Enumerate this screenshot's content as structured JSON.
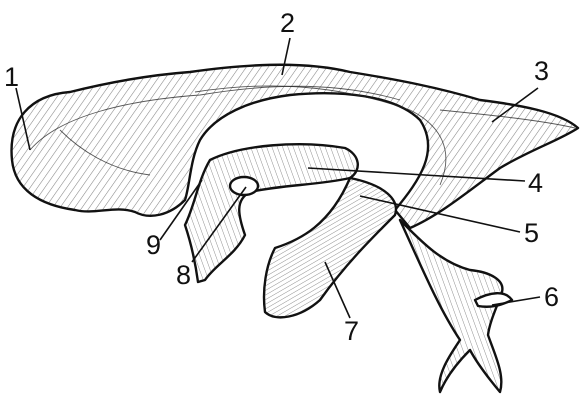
{
  "labels": [
    {
      "id": "1",
      "text": "1"
    },
    {
      "id": "2",
      "text": "2"
    },
    {
      "id": "3",
      "text": "3"
    },
    {
      "id": "4",
      "text": "4"
    },
    {
      "id": "5",
      "text": "5"
    },
    {
      "id": "6",
      "text": "6"
    },
    {
      "id": "7",
      "text": "7"
    },
    {
      "id": "8",
      "text": "8"
    },
    {
      "id": "9",
      "text": "9"
    }
  ]
}
